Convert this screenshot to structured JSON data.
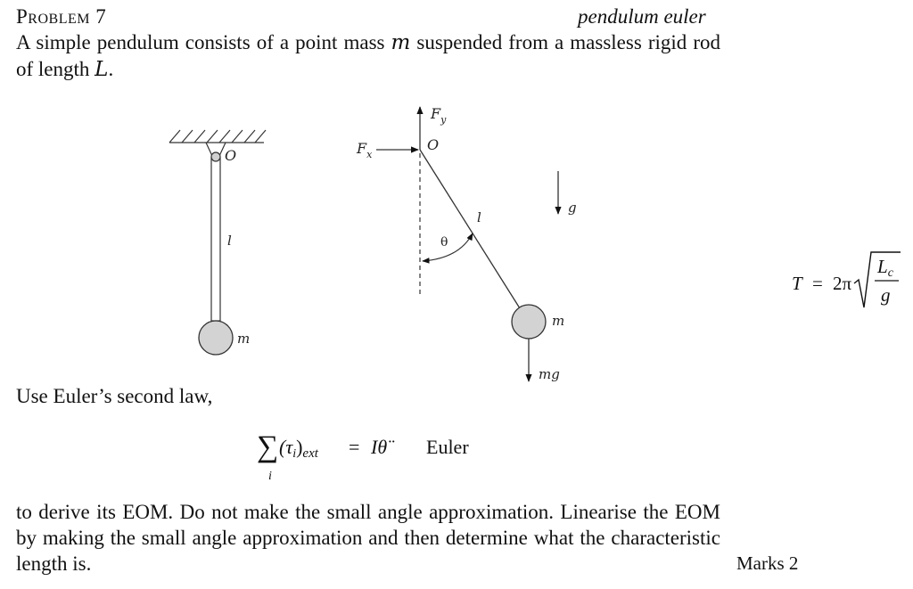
{
  "header": {
    "title": "Problem 7",
    "tag": "pendulum euler"
  },
  "intro": {
    "before_m": "A simple pendulum consists of a point mass ",
    "var_m": "m",
    "after_m": " suspended from a massless rigid rod of length ",
    "var_L": "L",
    "end": "."
  },
  "figure_left": {
    "pivot_label": "O",
    "rod_label": "l",
    "mass_label": "m"
  },
  "figure_right": {
    "fy_label": "F",
    "fy_sub": "y",
    "fx_label": "F",
    "fx_sub": "x",
    "pivot_label": "O",
    "rod_label": "l",
    "angle_label": "θ",
    "gravity_label": "g",
    "mass_label": "m",
    "weight_label": "mg"
  },
  "period_formula": {
    "lhs": "T",
    "equals": "=",
    "coef": "2π",
    "numerator": "L",
    "numerator_sub": "c",
    "denominator": "g"
  },
  "use_text": "Use Euler’s second law,",
  "euler_equation": {
    "sum": "∑",
    "sum_index": "i",
    "tau": "(τ",
    "tau_sub": "i",
    "close": ")",
    "ext": "ext",
    "equals": "=",
    "rhs": "Iθ̈",
    "label": "Euler"
  },
  "instructions": "to derive its EOM. Do not make the small angle approximation. Linearise the EOM by making the small angle approximation and then determine what the characteristic length is.",
  "marks": "Marks 2"
}
